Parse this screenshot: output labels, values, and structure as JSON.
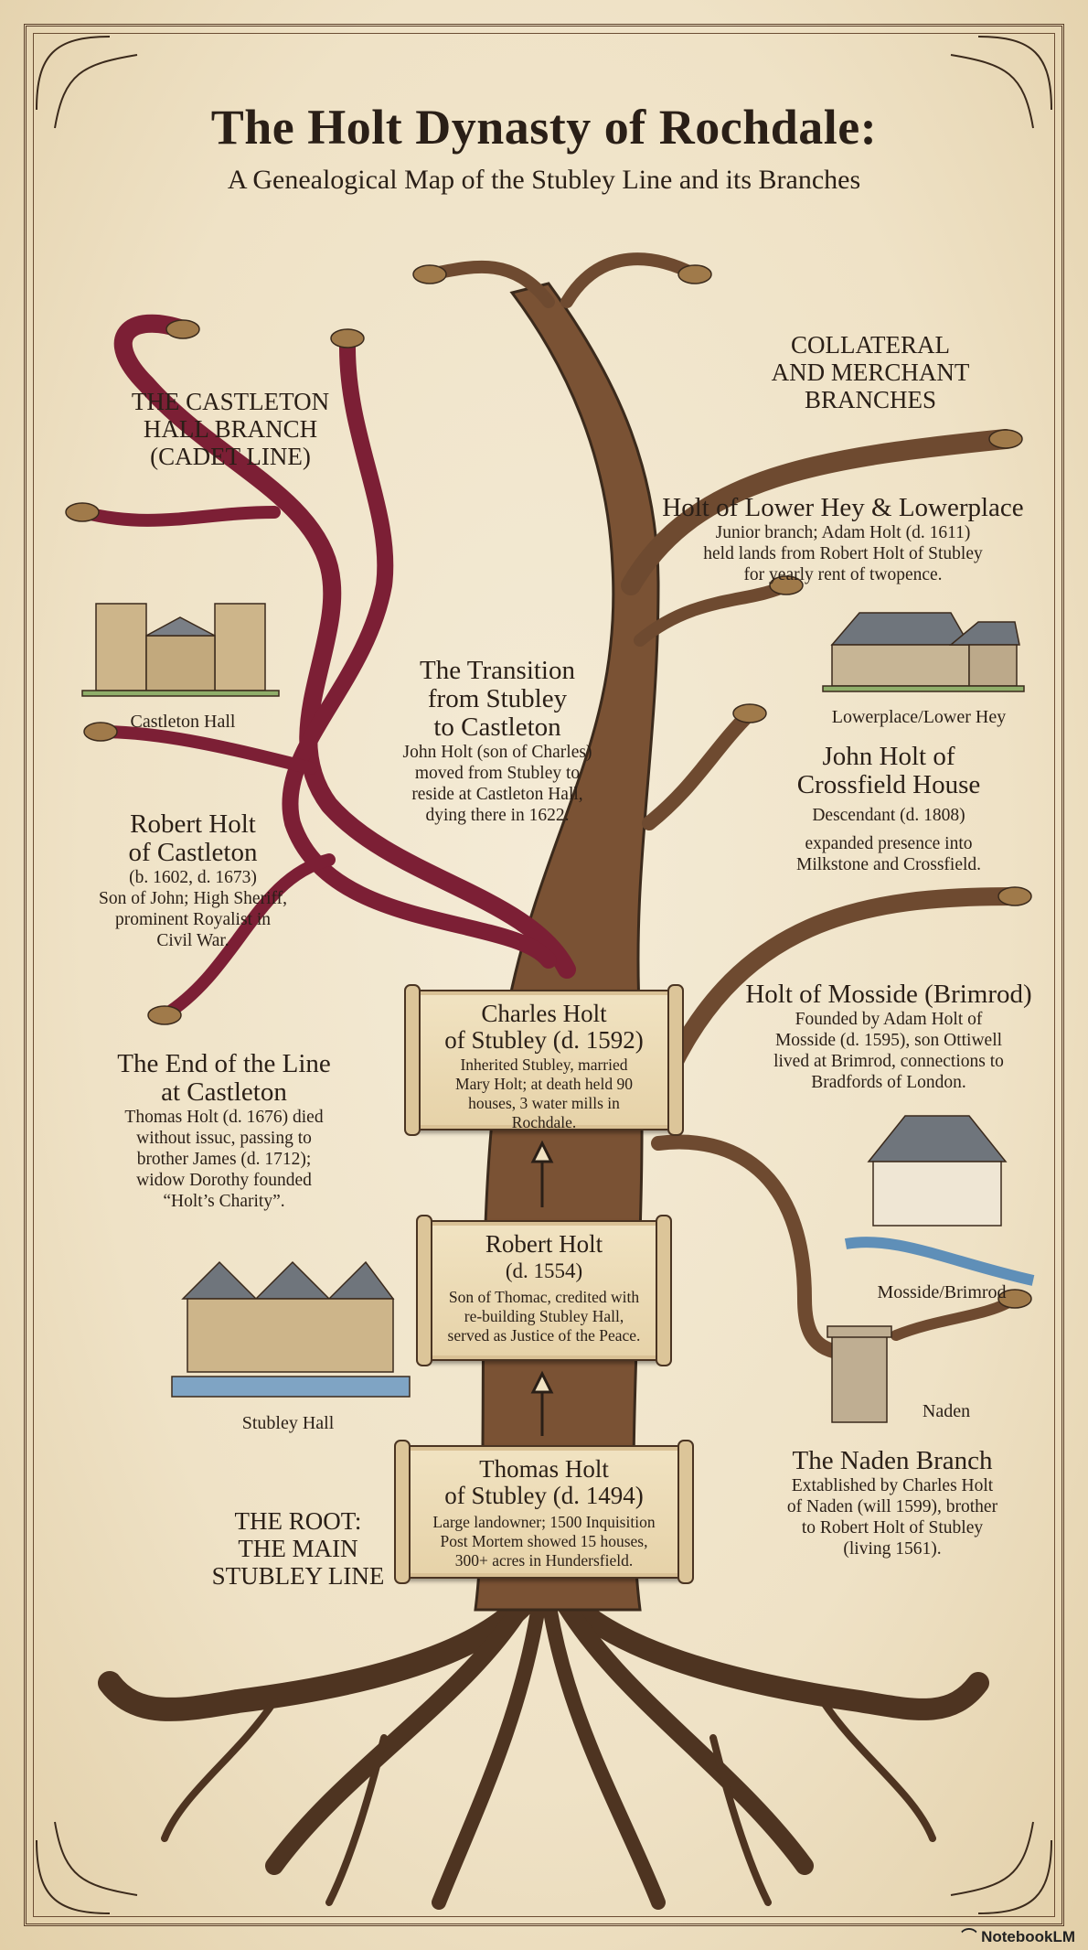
{
  "title": "The Holt Dynasty of Rochdale:",
  "subtitle": "A Genealogical Map of the Stubley Line and its Branches",
  "colors": {
    "parchment": "#efe4cc",
    "trunk": "#6e4a30",
    "cadet_branch": "#7c1f35",
    "ink": "#2a1f17",
    "leaf": "#a07a4a"
  },
  "labels": {
    "castleton_branch": [
      "THE CASTLETON",
      "HALL BRANCH",
      "(CADET LINE)"
    ],
    "collateral": [
      "COLLATERAL",
      "AND MERCHANT",
      "BRANCHES"
    ],
    "root": [
      "THE ROOT:",
      "THE MAIN",
      "STUBLEY LINE"
    ]
  },
  "entries": {
    "lower_hey": {
      "head": "Holt of Lower Hey & Lowerplace",
      "desc": [
        "Junior branch; Adam Holt (d. 1611)",
        "held lands from Robert Holt of Stubley",
        "for yearly rent of twopence."
      ]
    },
    "transition": {
      "head": [
        "The Transition",
        "from Stubley",
        "to Castleton"
      ],
      "desc": [
        "John Holt (son of Charles)",
        "moved from Stubley to",
        "reside at Castleton Hall,",
        "dying there in 1622."
      ]
    },
    "crossfield": {
      "head": [
        "John Holt of",
        "Crossfield House"
      ],
      "desc": [
        "Descendant (d. 1808)",
        "expanded presence into",
        "Milkstone and Crossfield."
      ]
    },
    "robert_castleton": {
      "head": [
        "Robert Holt",
        "of Castleton"
      ],
      "desc": [
        "(b. 1602, d. 1673)",
        "Son of John; High Sheriff,",
        "prominent Royalist in",
        "Civil War."
      ]
    },
    "mosside": {
      "head": "Holt of Mosside (Brimrod)",
      "desc": [
        "Founded by Adam Holt of",
        "Mosside (d. 1595), son Ottiwell",
        "lived at Brimrod, connections to",
        "Bradfords of London."
      ]
    },
    "end_line": {
      "head": [
        "The End of the Line",
        "at Castleton"
      ],
      "desc": [
        "Thomas Holt (d. 1676) died",
        "without issuc, passing to",
        "brother James (d. 1712);",
        "widow Dorothy founded",
        "“Holt’s Charity”."
      ]
    },
    "naden": {
      "head": "The Naden Branch",
      "desc": [
        "Extablished by Charles Holt",
        "of Naden (will 1599), brother",
        "to Robert Holt of Stubley",
        "(living 1561)."
      ]
    }
  },
  "scrolls": {
    "charles": {
      "head": [
        "Charles Holt",
        "of Stubley (d. 1592)"
      ],
      "desc": [
        "Inherited Stubley, married",
        "Mary Holt; at death held 90",
        "houses, 3 water mills in",
        "Rochdale."
      ]
    },
    "robert": {
      "head": [
        "Robert Holt",
        "(d. 1554)"
      ],
      "desc": [
        "Son of Thomac, credited with",
        "re-building Stubley Hall,",
        "served as Justice of the Peace."
      ]
    },
    "thomas": {
      "head": [
        "Thomas Holt",
        "of Stubley (d. 1494)"
      ],
      "desc": [
        "Large landowner; 1500 Inquisition",
        "Post Mortem showed 15 houses,",
        "300+ acres in Hundersfield."
      ]
    }
  },
  "captions": {
    "castleton_hall": "Castleton Hall",
    "lowerplace": "Lowerplace/Lower Hey",
    "mosside": "Mosside/Brimrod",
    "stubley_hall": "Stubley Hall",
    "naden": "Naden"
  },
  "watermark": "NotebookLM"
}
